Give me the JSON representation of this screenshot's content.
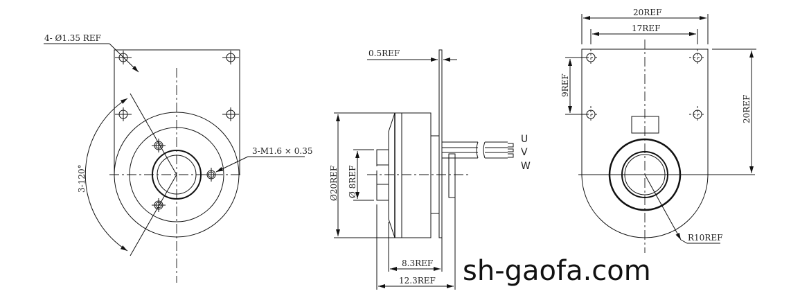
{
  "front_view": {
    "hole_callout": "4- Ø1.35 REF",
    "thread_callout": "3-M1.6 × 0.35",
    "angle_callout": "3-120°"
  },
  "side_view": {
    "plate_thickness": "0.5REF",
    "body_diameter": "Ø20REF",
    "shaft_diameter": "Ø 8REF",
    "length_inner": "8.3REF",
    "length_total": "12.3REF",
    "wires": [
      "U",
      "V",
      "W"
    ]
  },
  "rear_view": {
    "width_outer": "20REF",
    "width_holes": "17REF",
    "hole_spacing": "9REF",
    "height": "20REF",
    "radius": "R10REF"
  },
  "watermark": "sh-gaofa.com"
}
